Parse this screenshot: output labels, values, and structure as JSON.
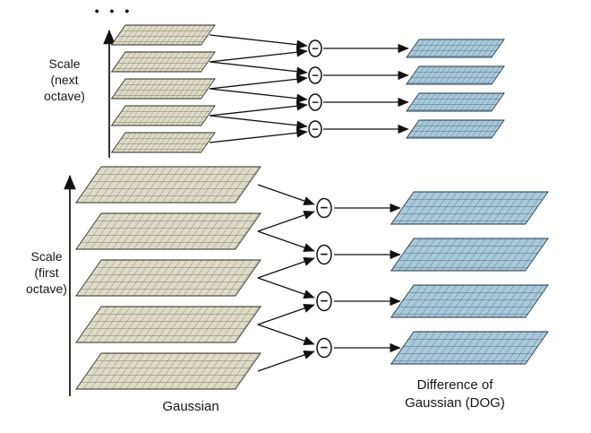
{
  "figure": {
    "ellipsis": "• • •",
    "scale_next_octave": {
      "l1": "Scale",
      "l2": "(next",
      "l3": "octave)"
    },
    "scale_first_octave": {
      "l1": "Scale",
      "l2": "(first",
      "l3": "octave)"
    },
    "gaussian_label": "Gaussian",
    "dog_label": {
      "l1": "Difference of",
      "l2": "Gaussian (DOG)"
    },
    "minus": "−",
    "colors": {
      "gaussian_fill": "#dedbc6",
      "gaussian_grid": "#6f6e5a",
      "dog_fill": "#a9c9da",
      "dog_grid": "#3f6379",
      "arrow": "#111111",
      "background": "#ffffff"
    }
  }
}
